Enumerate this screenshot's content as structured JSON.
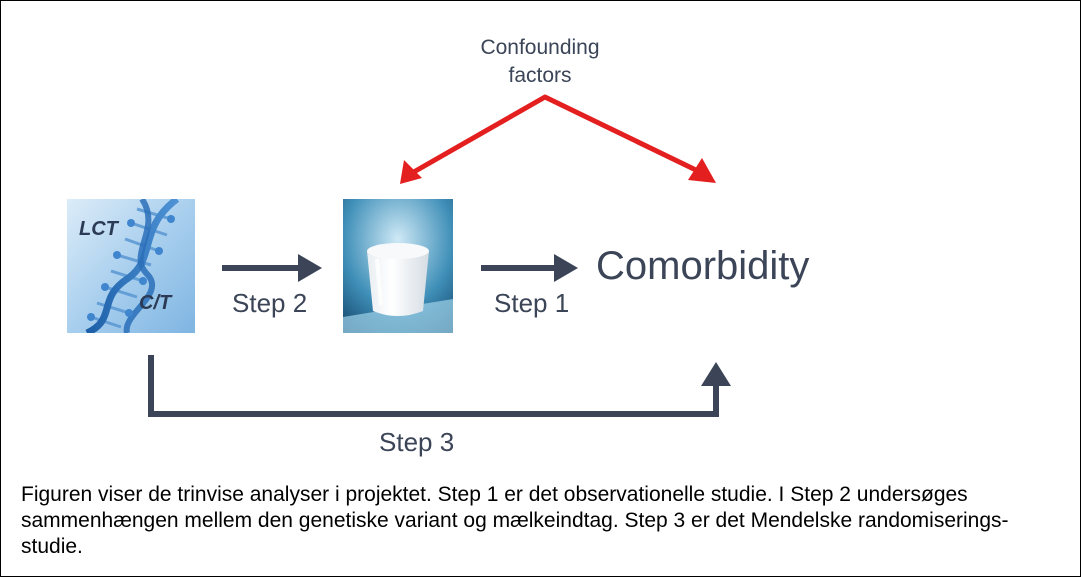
{
  "diagram": {
    "confounding_label_line1": "Confounding",
    "confounding_label_line2": "factors",
    "gene_label_top": "LCT",
    "gene_label_bottom": "C/T",
    "outcome_label": "Comorbidity",
    "step1_label": "Step 1",
    "step2_label": "Step 2",
    "step3_label": "Step 3",
    "colors": {
      "arrow_dark": "#3b4557",
      "arrow_red": "#e41f1f"
    },
    "icons": [
      "dna-image",
      "milk-glass-image"
    ]
  },
  "caption": {
    "text": "Figuren viser de trinvise analyser i projektet. Step 1 er det observationelle studie. I Step 2 undersøges sammenhængen mellem den genetiske variant og mælkeindtag. Step 3 er det Mendelske randomiserings-studie."
  }
}
